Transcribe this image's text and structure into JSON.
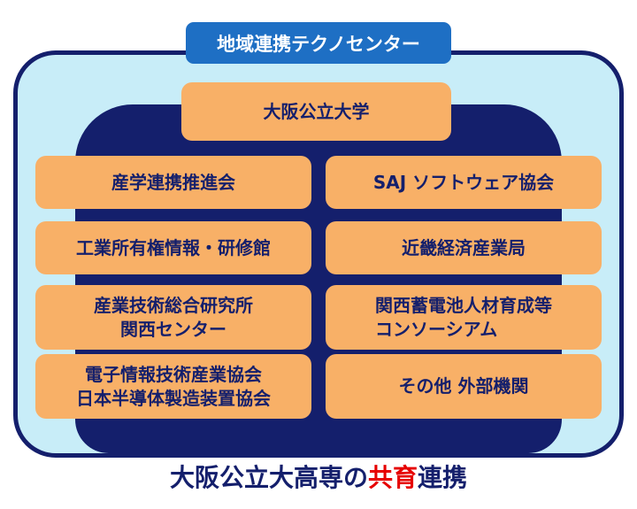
{
  "header": {
    "title": "地域連携テクノセンター"
  },
  "boxes": {
    "university": "大阪公立大学",
    "left": [
      "産学連携推進会",
      "工業所有権情報・研修館",
      "産業技術総合研究所\n関西センター",
      "電子情報技術産業協会\n日本半導体製造装置協会"
    ],
    "right": [
      "SAJ  ソフトウェア協会",
      "近畿経済産業局",
      "関西蓄電池人材育成等\nコンソーシアム",
      "その他 外部機関"
    ]
  },
  "caption": {
    "prefix": "大阪公立大高専の",
    "highlight": "共育",
    "suffix": "連携"
  },
  "colors": {
    "header_blue": "#1e6fc4",
    "panel_light_blue": "#c8edf8",
    "navy": "#141f6c",
    "orange": "#f8b067",
    "highlight_red": "#e60000"
  }
}
